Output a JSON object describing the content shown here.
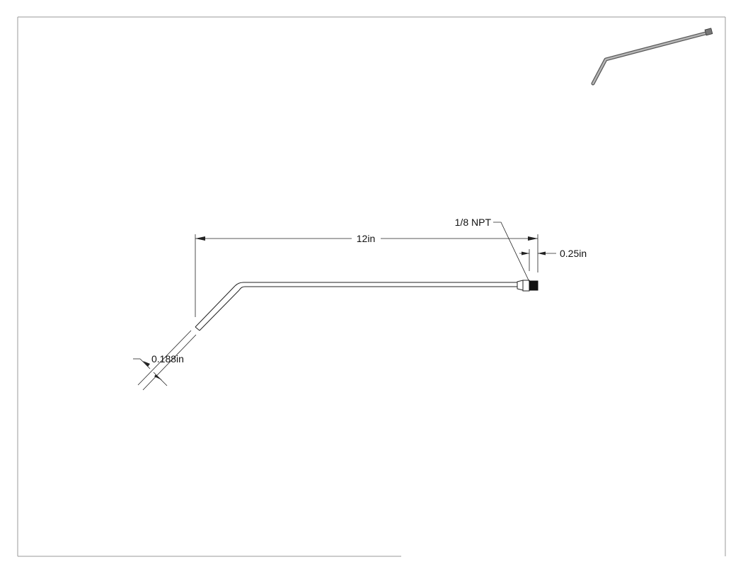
{
  "drawing": {
    "dimensions": {
      "overall_length": "12in",
      "fitting_length": "0.25in",
      "tube_diameter": "0.188in"
    },
    "callouts": {
      "thread_note": "1/8 NPT"
    }
  },
  "colors": {
    "line": "#222222",
    "frame": "#9a9a9a",
    "fitting_fill": "#111111",
    "iso_tube": "#8c8c8c"
  }
}
